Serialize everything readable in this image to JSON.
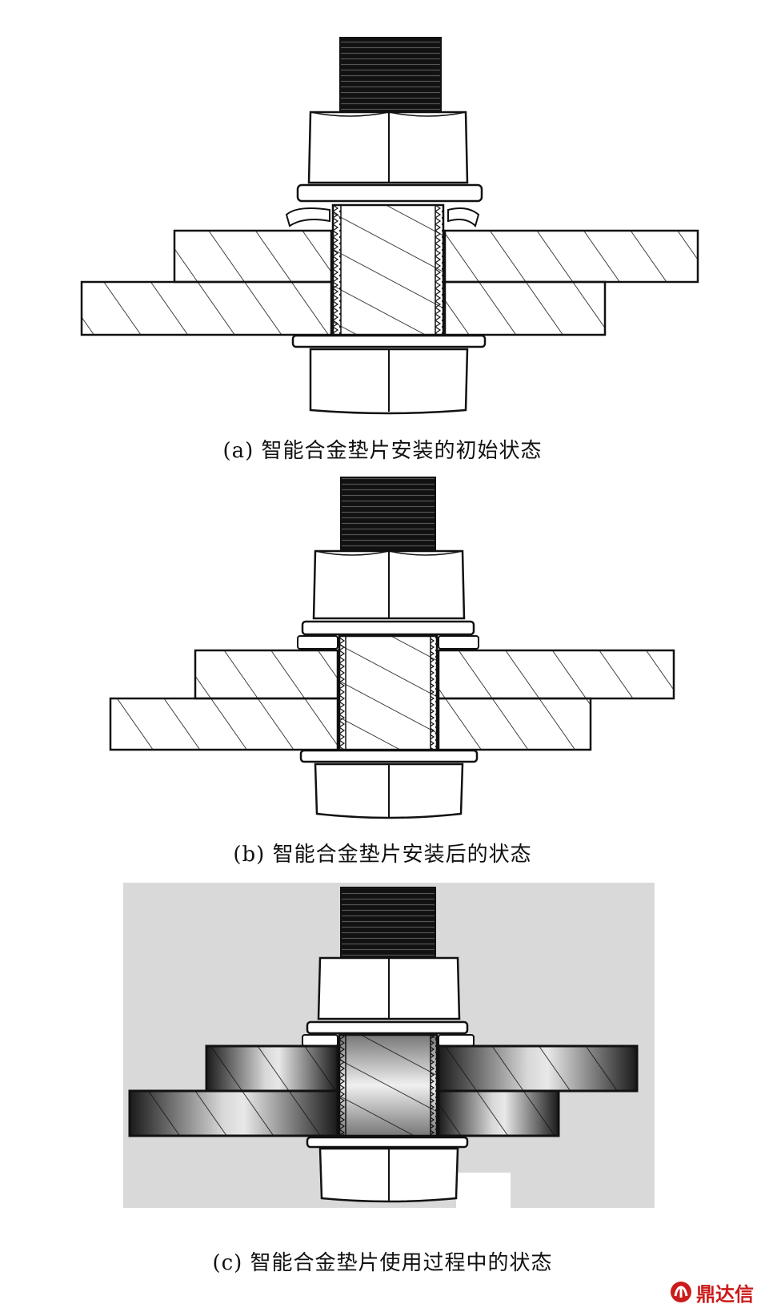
{
  "figure": {
    "panels": [
      {
        "id": "a",
        "caption": "(a) 智能合金垫片安装的初始状态"
      },
      {
        "id": "b",
        "caption": "(b) 智能合金垫片安装后的状态"
      },
      {
        "id": "c",
        "caption": "(c) 智能合金垫片使用过程中的状态"
      }
    ]
  },
  "watermark": {
    "text": "鼎达信",
    "color": "#cc1b1b"
  },
  "colors": {
    "line": "#111111",
    "panel_c_background": "#d9d9d9",
    "background": "#ffffff"
  }
}
